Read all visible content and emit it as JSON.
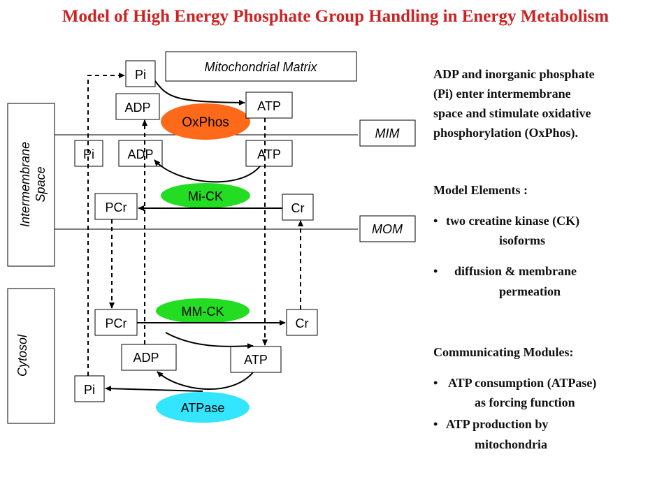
{
  "title": "Model of High Energy Phosphate Group Handling in Energy Metabolism",
  "colors": {
    "title": "#cc2222",
    "oxphos": "#ff6a1a",
    "mick": "#22dd22",
    "mmck": "#22dd22",
    "atpase": "#33e5ff"
  },
  "diagram": {
    "matrix_label": "Mitochondrial Matrix",
    "mim_label": "MIM",
    "mom_label": "MOM",
    "intermembrane_label_1": "Intermembrane",
    "intermembrane_label_2": "Space",
    "cytosol_label": "Cytosol",
    "matrix": {
      "pi": "Pi",
      "adp": "ADP",
      "atp": "ATP",
      "oxphos": "OxPhos"
    },
    "intermembrane": {
      "pi": "Pi",
      "adp": "ADP",
      "atp": "ATP",
      "mick": "Mi-CK",
      "pcr": "PCr",
      "cr": "Cr"
    },
    "cytosol": {
      "mmck": "MM-CK",
      "pcr": "PCr",
      "cr": "Cr",
      "adp": "ADP",
      "atp": "ATP",
      "pi": "Pi",
      "atpase": "ATPase"
    }
  },
  "side": {
    "intro": [
      "ADP and inorganic phosphate",
      "(Pi) enter intermembrane",
      "space and stimulate oxidative",
      "phosphorylation (OxPhos)."
    ],
    "model_heading": "Model Elements :",
    "model_b1_l1": "two creatine kinase (CK)",
    "model_b1_l2": "isoforms",
    "model_b2_l1": "diffusion & membrane",
    "model_b2_l2": "permeation",
    "modules_heading": "Communicating Modules:",
    "modules_b1_l1": "ATP consumption (ATPase)",
    "modules_b1_l2": "as forcing function",
    "modules_b2_l1": "ATP production by",
    "modules_b2_l2": "mitochondria",
    "bullet": "•"
  }
}
